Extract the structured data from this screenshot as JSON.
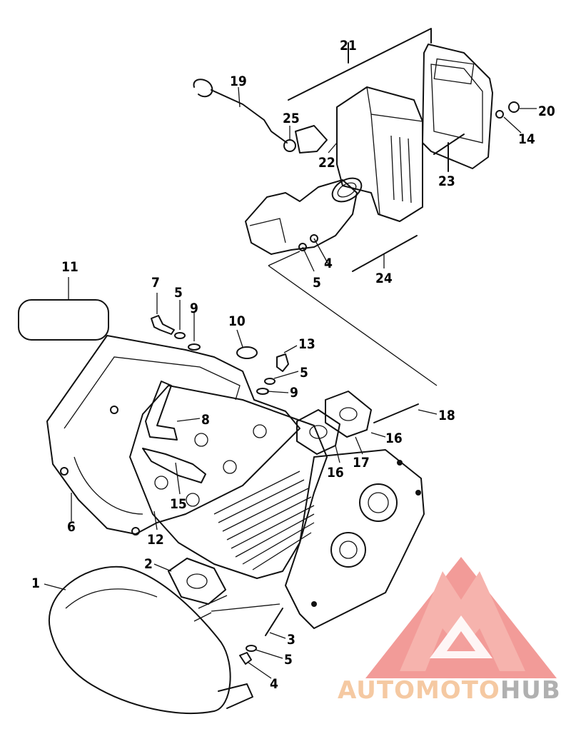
{
  "callouts": [
    {
      "n": "1"
    },
    {
      "n": "2"
    },
    {
      "n": "3"
    },
    {
      "n": "4"
    },
    {
      "n": "4"
    },
    {
      "n": "5"
    },
    {
      "n": "5"
    },
    {
      "n": "5"
    },
    {
      "n": "5"
    },
    {
      "n": "6"
    },
    {
      "n": "7"
    },
    {
      "n": "8"
    },
    {
      "n": "9"
    },
    {
      "n": "9"
    },
    {
      "n": "10"
    },
    {
      "n": "11"
    },
    {
      "n": "12"
    },
    {
      "n": "13"
    },
    {
      "n": "14"
    },
    {
      "n": "15"
    },
    {
      "n": "16"
    },
    {
      "n": "16"
    },
    {
      "n": "17"
    },
    {
      "n": "18"
    },
    {
      "n": "19"
    },
    {
      "n": "20"
    },
    {
      "n": "21"
    },
    {
      "n": "22"
    },
    {
      "n": "23"
    },
    {
      "n": "24"
    },
    {
      "n": "25"
    }
  ],
  "watermark": {
    "part1": "AUTOMOTO",
    "part2": "HUB",
    "colors": {
      "part1": "#f5c9a2",
      "part2": "#b0b0b0",
      "logo_outer": "#f08a86",
      "logo_inner": "#f6b3ad"
    }
  }
}
